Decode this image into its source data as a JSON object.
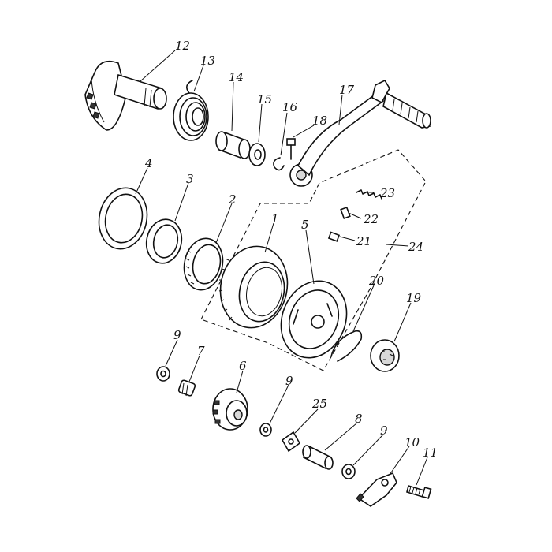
{
  "labels": {
    "p1": "1",
    "p2": "2",
    "p3": "3",
    "p4": "4",
    "p5": "5",
    "p6": "6",
    "p7": "7",
    "p8": "8",
    "p9a": "9",
    "p9b": "9",
    "p9c": "9",
    "p10": "10",
    "p11": "11",
    "p12": "12",
    "p13": "13",
    "p14": "14",
    "p15": "15",
    "p16": "16",
    "p17": "17",
    "p18": "18",
    "p19": "19",
    "p20": "20",
    "p21": "21",
    "p22": "22",
    "p23": "23",
    "p24": "24",
    "p25": "25"
  }
}
